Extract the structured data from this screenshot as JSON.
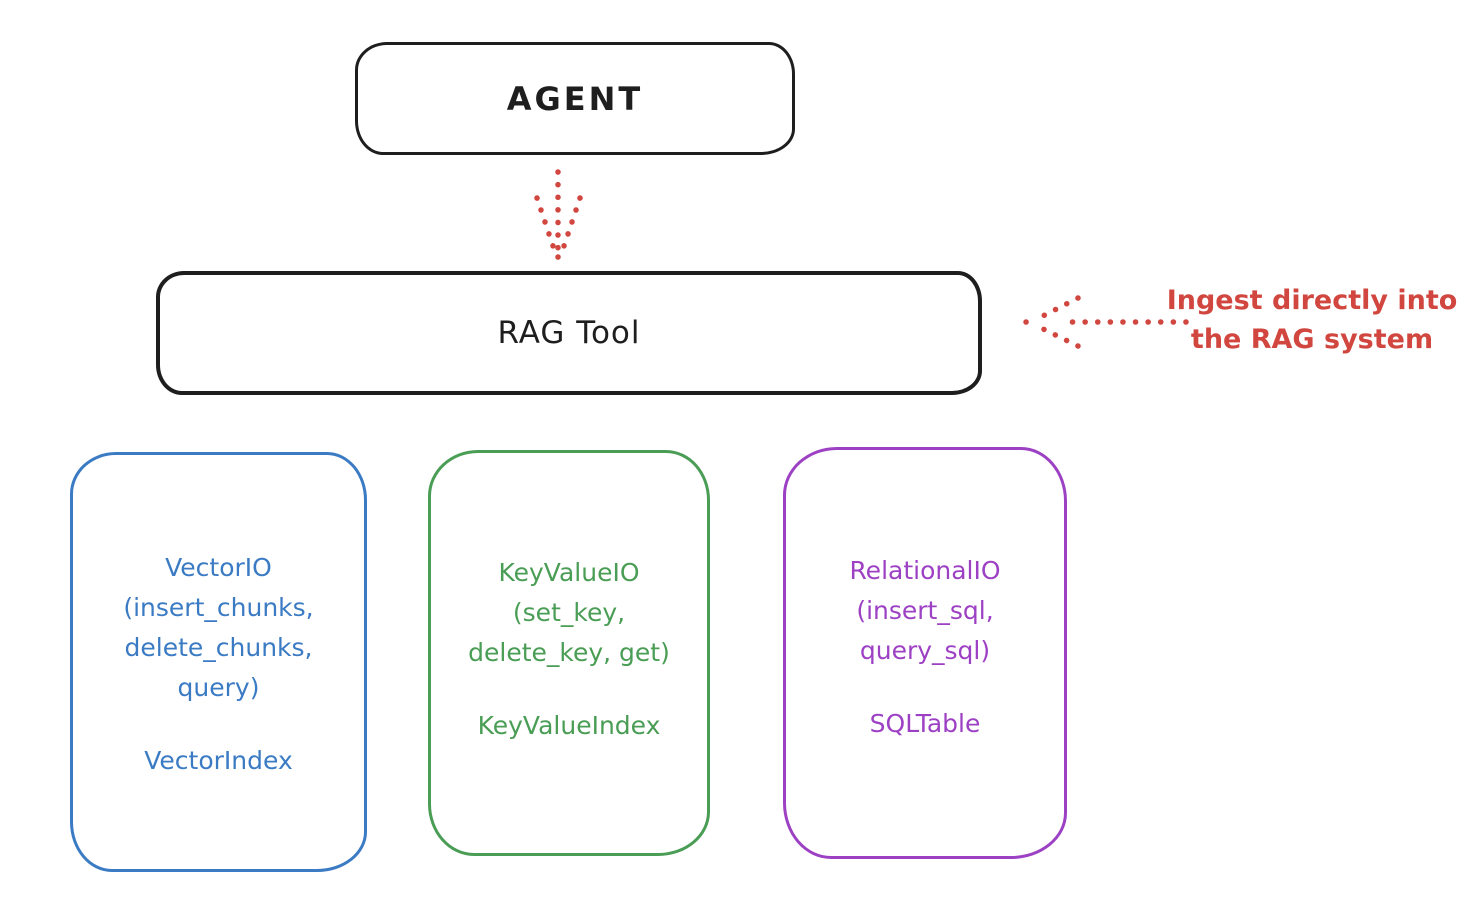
{
  "canvas": {
    "background": "#ffffff",
    "stroke_color": "#1e1e1e",
    "accent_red": "#d1473f"
  },
  "nodes": {
    "agent": {
      "label": "AGENT"
    },
    "rag_tool": {
      "label": "RAG Tool"
    }
  },
  "annotation": {
    "line1": "Ingest directly into",
    "line2": "the RAG system",
    "color": "#d1473f"
  },
  "arrows": [
    {
      "name": "agent-to-rag-tool",
      "style": "dotted",
      "color": "#d1473f",
      "direction": "down"
    },
    {
      "name": "annotation-to-rag-tool",
      "style": "dotted",
      "color": "#d1473f",
      "direction": "left"
    }
  ],
  "backends": [
    {
      "id": "vector-io",
      "color": "#3b7bc4",
      "title_lines": [
        "VectorIO",
        "(insert_chunks,",
        "delete_chunks,",
        "query)"
      ],
      "index_label": "VectorIndex"
    },
    {
      "id": "key-value-io",
      "color": "#4a9d55",
      "title_lines": [
        "KeyValueIO",
        "(set_key,",
        "delete_key, get)"
      ],
      "index_label": "KeyValueIndex"
    },
    {
      "id": "relational-io",
      "color": "#9d41c4",
      "title_lines": [
        "RelationalIO",
        "(insert_sql,",
        "query_sql)"
      ],
      "index_label": "SQLTable"
    }
  ]
}
